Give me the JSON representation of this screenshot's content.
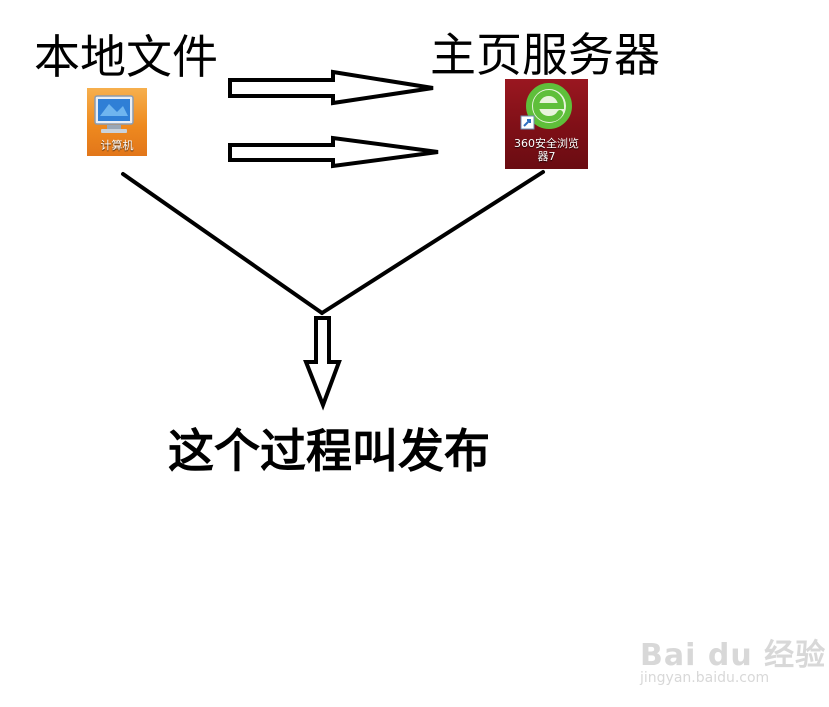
{
  "labels": {
    "local_files": "本地文件",
    "homepage_server": "主页服务器",
    "result": "这个过程叫发布"
  },
  "icons": {
    "computer": {
      "icon": "computer-monitor-icon",
      "caption": "计算机",
      "tile_color": "#ee8a1f"
    },
    "browser": {
      "icon": "360-browser-icon",
      "caption_line1": "360安全浏览",
      "caption_line2": "器7",
      "tile_color": "#7c0f16"
    }
  },
  "watermark": {
    "brand": "Bai du 经验",
    "site": "jingyan.baidu.com"
  },
  "colors": {
    "stroke": "#000000",
    "background": "#ffffff",
    "browser_ring": "#5fbf3a"
  }
}
